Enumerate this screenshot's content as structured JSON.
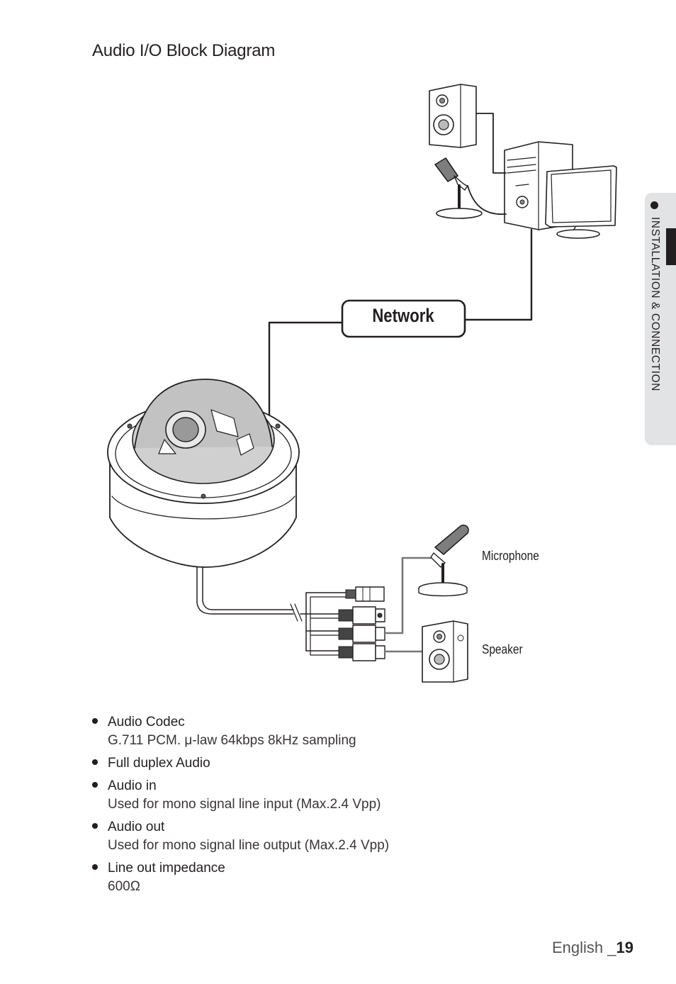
{
  "page": {
    "title": "Audio I/O Block Diagram",
    "side_tab": "INSTALLATION & CONNECTION",
    "footer_lang": "English _",
    "footer_page": "19"
  },
  "diagram": {
    "network_label": "Network",
    "microphone_label": "Microphone",
    "speaker_label": "Speaker"
  },
  "specs": [
    {
      "head": "Audio Codec",
      "sub": "G.711 PCM. μ-law 64kbps 8kHz sampling"
    },
    {
      "head": "Full duplex Audio",
      "sub": ""
    },
    {
      "head": "Audio in",
      "sub": "Used for mono signal line input (Max.2.4 Vpp)"
    },
    {
      "head": "Audio out",
      "sub": "Used for mono signal line output (Max.2.4 Vpp)"
    },
    {
      "head": "Line out impedance",
      "sub": "600Ω"
    }
  ]
}
